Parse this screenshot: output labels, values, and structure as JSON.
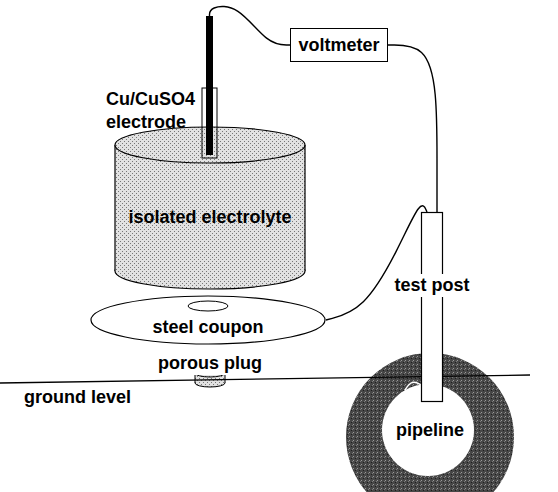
{
  "diagram": {
    "nodes": [
      {
        "text": [
          "Cu/CuSO4 electrode"
        ]
      },
      {
        "text": [
          "voltmeter"
        ]
      },
      {
        "text": [
          "isolated electrolyte"
        ]
      },
      {
        "text": [
          "steel coupon"
        ]
      },
      {
        "text": [
          "porous plug"
        ]
      },
      {
        "text": [
          "test post"
        ]
      },
      {
        "text": [
          "pipeline"
        ]
      }
    ],
    "edges": [
      {
        "from": 0,
        "to": 1,
        "arrow": "none"
      },
      {
        "from": 1,
        "to": 5,
        "arrow": "none"
      },
      {
        "from": 3,
        "to": 5,
        "arrow": "none"
      },
      {
        "from": 5,
        "to": 6,
        "arrow": "none"
      }
    ],
    "labels": [
      "ground level"
    ]
  }
}
